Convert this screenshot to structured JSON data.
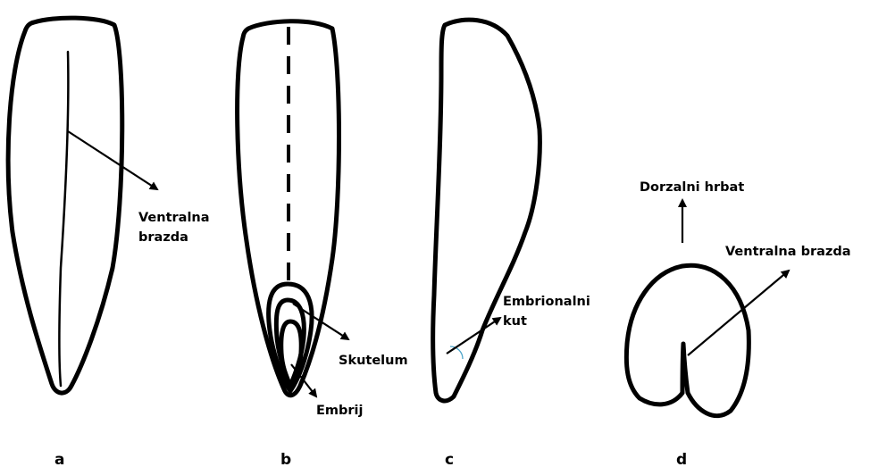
{
  "figure": {
    "panels": [
      {
        "letter": "a",
        "labels": [
          "Ventralna",
          "brazda"
        ]
      },
      {
        "letter": "b",
        "labels": [
          "Skutelum",
          "Embrij"
        ]
      },
      {
        "letter": "c",
        "labels": [
          "Embrionalni",
          "kut"
        ]
      },
      {
        "letter": "d",
        "labels": [
          "Dorzalni hrbat",
          "Ventralna brazda"
        ]
      }
    ]
  },
  "colors": {
    "line": "#000000",
    "angle_arc": "#4aa3c8",
    "background": "#ffffff"
  }
}
